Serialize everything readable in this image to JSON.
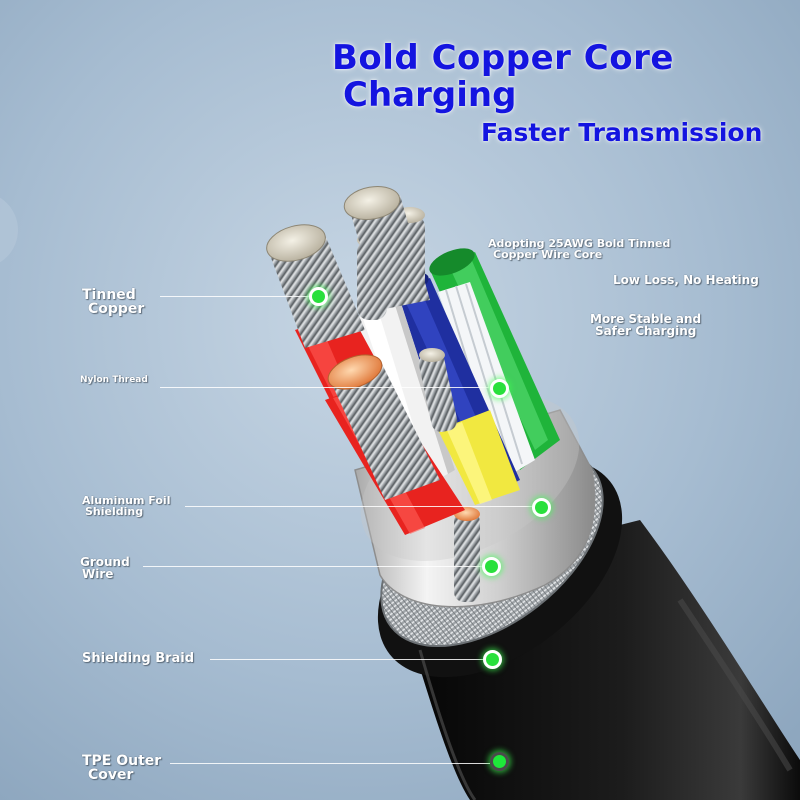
{
  "headline": {
    "line1": "Bold Copper Core",
    "line2": "Charging",
    "subtitle": "Faster Transmission"
  },
  "features": {
    "line1a": "Adopting 25AWG Bold Tinned",
    "line1b": "Copper Wire Core",
    "line2": "Low Loss, No Heating",
    "line3a": "More Stable and",
    "line3b": "Safer Charging"
  },
  "callouts": {
    "tinned_copper": {
      "line1": "Tinned",
      "line2": "Copper"
    },
    "nylon_thread": {
      "line1": "Nylon Thread"
    },
    "aluminum_foil": {
      "line1": "Aluminum Foil",
      "line2": "Shielding"
    },
    "ground_wire": {
      "line1": "Ground",
      "line2": "Wire"
    },
    "shielding_braid": {
      "line1": "Shielding Braid"
    },
    "tpe_outer": {
      "line1": "TPE Outer",
      "line2": "Cover"
    }
  },
  "colors": {
    "headline": "#1414e0",
    "background": "#9fb6cc",
    "red_wire": "#e8231f",
    "white_wire": "#f2f2f2",
    "blue_wire": "#1f2fa0",
    "green_wire": "#1fb43a",
    "yellow_wire": "#f1e840",
    "jacket": "#141414",
    "marker": "#29e03c"
  }
}
